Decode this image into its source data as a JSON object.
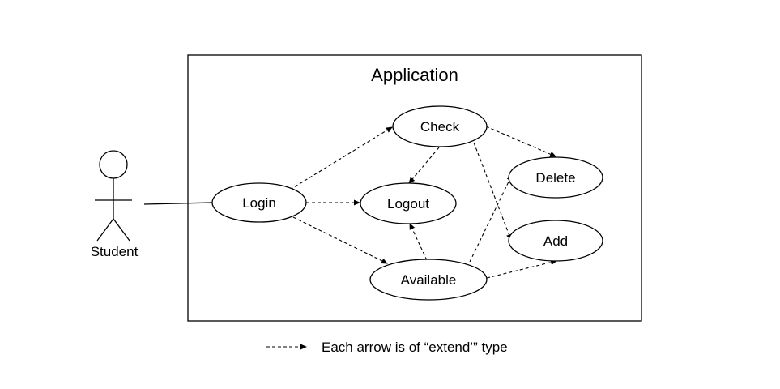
{
  "system": {
    "title": "Application"
  },
  "actor": {
    "label": "Student"
  },
  "use_cases": {
    "login": "Login",
    "check": "Check",
    "logout": "Logout",
    "available": "Available",
    "delete": "Delete",
    "add": "Add"
  },
  "relations": [
    {
      "from": "login",
      "to": "check",
      "type": "extend"
    },
    {
      "from": "login",
      "to": "logout",
      "type": "extend"
    },
    {
      "from": "login",
      "to": "available",
      "type": "extend"
    },
    {
      "from": "check",
      "to": "logout",
      "type": "extend"
    },
    {
      "from": "check",
      "to": "delete",
      "type": "extend"
    },
    {
      "from": "check",
      "to": "add",
      "type": "extend"
    },
    {
      "from": "available",
      "to": "logout",
      "type": "extend"
    },
    {
      "from": "available",
      "to": "delete",
      "type": "extend"
    },
    {
      "from": "available",
      "to": "add",
      "type": "extend"
    }
  ],
  "legend": {
    "text": "Each arrow is of “extend’” type"
  },
  "colors": {
    "line": "#000000",
    "background": "#ffffff"
  }
}
